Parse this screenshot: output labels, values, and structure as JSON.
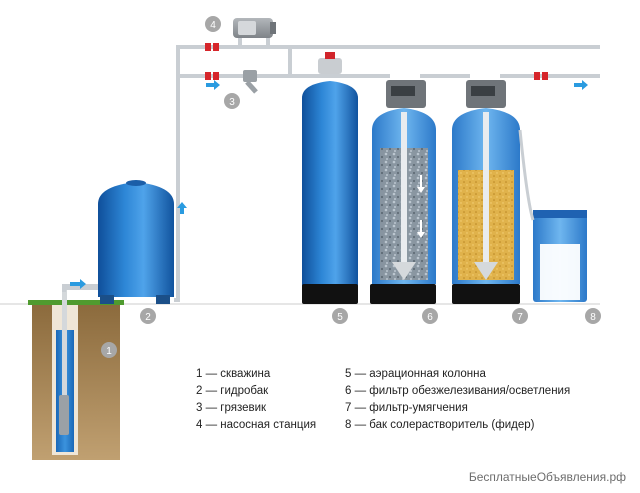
{
  "markers": [
    {
      "n": "1"
    },
    {
      "n": "2"
    },
    {
      "n": "3"
    },
    {
      "n": "4"
    },
    {
      "n": "5"
    },
    {
      "n": "6"
    },
    {
      "n": "7"
    },
    {
      "n": "8"
    }
  ],
  "legend": {
    "left": [
      {
        "text": "1 — скважина"
      },
      {
        "text": "2 — гидробак"
      },
      {
        "text": "3 — грязевик"
      },
      {
        "text": "4 — насосная станция"
      }
    ],
    "right": [
      {
        "text": "5 — аэрационная колонна"
      },
      {
        "text": "6 — фильтр обезжелезивания/осветления"
      },
      {
        "text": "7 — фильтр-умягчения"
      },
      {
        "text": "8 — бак солерастворитель (фидер)"
      }
    ]
  },
  "watermark": "БесплатныеОбъявления.рф",
  "colors": {
    "tank_blue": "#1f6fc1",
    "pipe": "#c9ced3",
    "valve_red": "#d6262b",
    "flow_arrow": "#2a9be0",
    "marker_gray": "#a7a7a7",
    "iron_media": "#8c9196",
    "softener_media": "#d9a93c",
    "soil": "#8a6a3e"
  }
}
